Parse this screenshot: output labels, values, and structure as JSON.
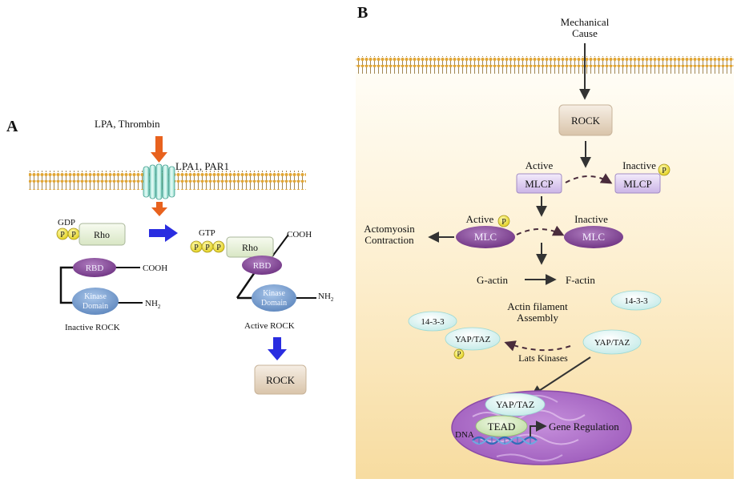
{
  "panel_a": {
    "label": "A",
    "stimulus": "LPA, Thrombin",
    "receptor": "LPA1, PAR1",
    "gdp": "GDP",
    "gtp": "GTP",
    "phosphate": "P",
    "rho": "Rho",
    "rbd": "RBD",
    "kinase_line1": "Kinase",
    "kinase_line2": "Domain",
    "cooh": "COOH",
    "nh": "NH",
    "nh_sub": "2",
    "inactive_rock": "Inactive ROCK",
    "active_rock": "Active ROCK",
    "rock": "ROCK"
  },
  "panel_b": {
    "label": "B",
    "cause_line1": "Mechanical",
    "cause_line2": "Cause",
    "rock": "ROCK",
    "active": "Active",
    "inactive": "Inactive",
    "mlcp": "MLCP",
    "mlc": "MLC",
    "phosphate": "P",
    "actomyosin_line1": "Actomyosin",
    "actomyosin_line2": "Contraction",
    "g_actin": "G-actin",
    "f_actin": "F-actin",
    "assembly_line1": "Actin filament",
    "assembly_line2": "Assembly",
    "protein_1433": "14-3-3",
    "yap_taz": "YAP/TAZ",
    "lats": "Lats Kinases",
    "tead": "TEAD",
    "dna": "DNA",
    "gene_regulation": "Gene Regulation"
  },
  "colors": {
    "arrow_orange": "#e8621e",
    "arrow_blue": "#2a2de0",
    "rbd_purple": "#8a4a9c",
    "kinase_blue": "#7aa2d2",
    "mlc_purple": "#7a3a8c",
    "mlcp_lavender": "#d9c6ef",
    "phosphate_yellow": "#f2e233",
    "yap_cyan": "#d6f4f2",
    "tead_green": "#cfe8b4",
    "nucleus_purple": "#b77ad0",
    "panel_b_bg": "#fbe9c3"
  }
}
